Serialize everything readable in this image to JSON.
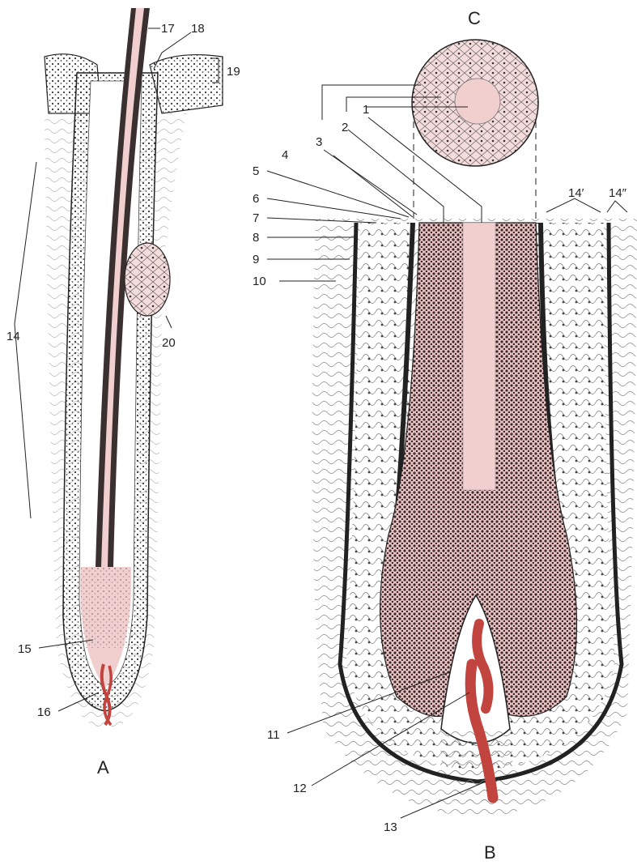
{
  "figure": {
    "panel_letters": {
      "a": "A",
      "b": "B",
      "c": "C"
    },
    "labels": {
      "l1": "1",
      "l2": "2",
      "l3": "3",
      "l4": "4",
      "l5": "5",
      "l6": "6",
      "l7": "7",
      "l8": "8",
      "l9": "9",
      "l10": "10",
      "l11": "11",
      "l12": "12",
      "l13": "13",
      "l14": "14",
      "l14p": "14′",
      "l14pp": "14″",
      "l15": "15",
      "l16": "16",
      "l17": "17",
      "l18": "18",
      "l19": "19",
      "l20": "20"
    },
    "colors": {
      "ink": "#222222",
      "pink_tissue": "#f2cfcf",
      "red_vessel": "#c1443f",
      "shaft_dark": "#3a3030",
      "background": "#ffffff"
    }
  }
}
